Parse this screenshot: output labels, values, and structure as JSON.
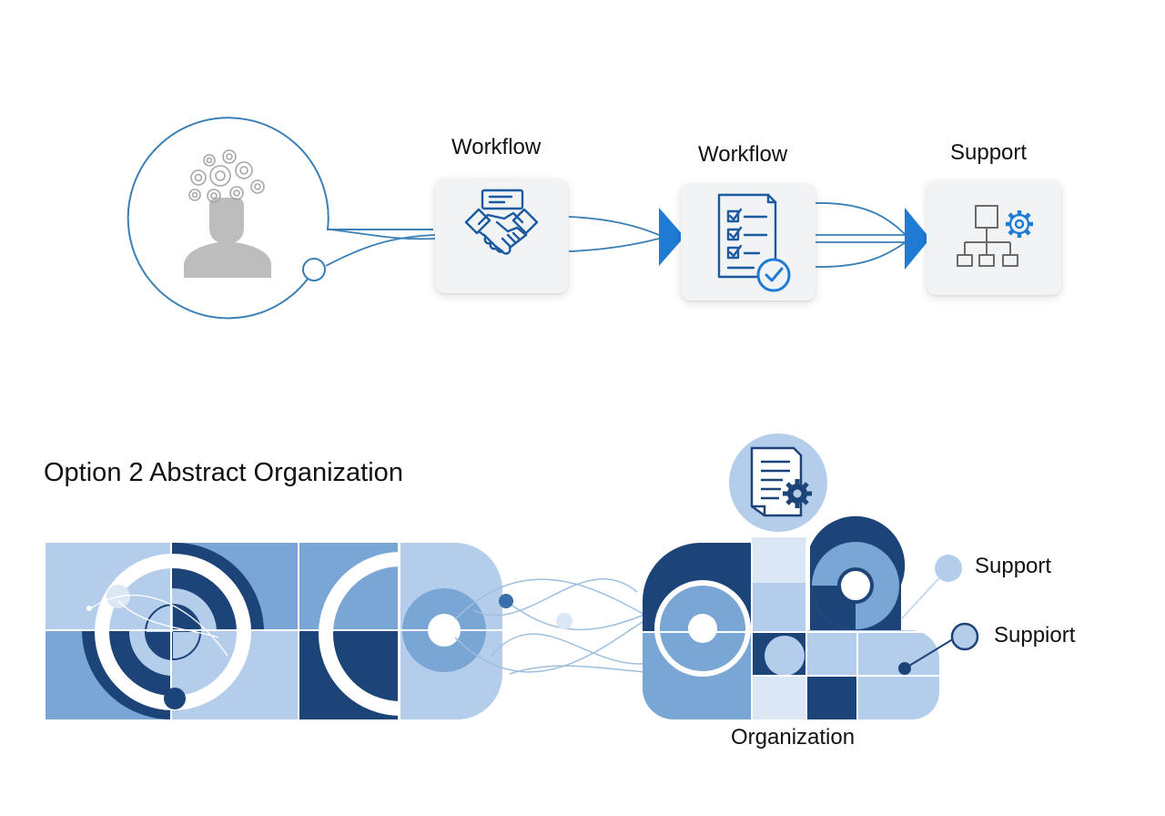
{
  "top_flow": {
    "steps": [
      {
        "label": "Workflow"
      },
      {
        "label": "Workflow"
      },
      {
        "label": "Support"
      }
    ]
  },
  "bottom_section": {
    "heading": "Option 2 Abstract Organization",
    "labels": {
      "support_1": "Support",
      "support_2": "Suppiort",
      "organization": "Organization"
    }
  },
  "colors": {
    "accent_blue": "#1f7bd4",
    "line_blue": "#3a7fb5",
    "navy": "#1c4478",
    "mid_blue": "#7aa6d6",
    "light_blue": "#b4cdea",
    "pale_blue": "#dbe7f5",
    "card_bg": "#f2f3f5",
    "head_gray": "#bdbdbd"
  }
}
